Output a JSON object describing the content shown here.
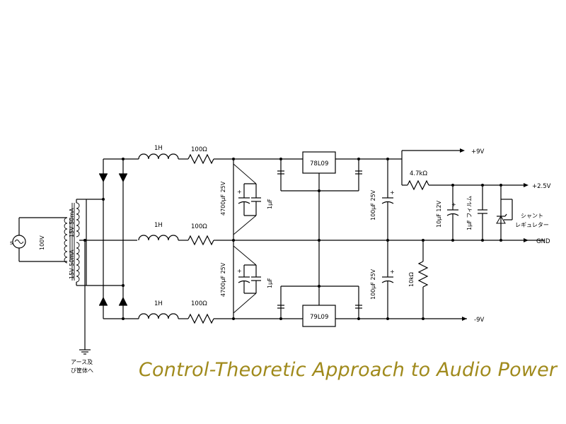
{
  "caption": "Control-Theoretic Approach to Audio Power",
  "labels": {
    "inductor_top": "1H",
    "inductor_mid": "1H",
    "inductor_bot": "1H",
    "res_top": "100Ω",
    "res_mid": "100Ω",
    "res_bot": "100Ω",
    "cap_big_top": "4700μF 25V",
    "cap_big_bot": "4700μF 25V",
    "cap_small_top": "1μF",
    "cap_small_bot": "1μF",
    "reg_pos": "78L09",
    "reg_neg": "79L09",
    "cap_out_top": "100μF 25V",
    "cap_out_bot": "100μF 25V",
    "res_shunt": "4.7kΩ",
    "cap_10u": "10μF 12V",
    "cap_film": "1μF フィルム",
    "shunt_line1": "シャント",
    "shunt_line2": "レギュレター",
    "res_10k": "10kΩ",
    "out_pos9": "+9V",
    "out_pos25": "+2.5V",
    "out_gnd": "GND",
    "out_neg9": "-9V",
    "ac_voltage": "100V",
    "sec_top": "15V 50mA",
    "sec_bot": "15V 50mA",
    "earth_line1": "アース及",
    "earth_line2": "び筐体へ",
    "plus": "+",
    "ac_marker": "s"
  }
}
